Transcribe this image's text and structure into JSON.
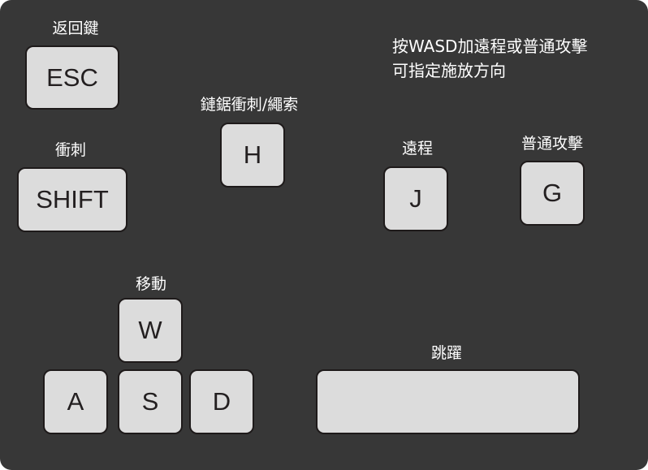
{
  "instructions": {
    "line1": "按WASD加遠程或普通攻擊",
    "line2": "可指定施放方向"
  },
  "keys": {
    "esc": {
      "label": "返回鍵",
      "key": "ESC"
    },
    "shift": {
      "label": "衝刺",
      "key": "SHIFT"
    },
    "h": {
      "label": "鏈鋸衝刺/繩索",
      "key": "H"
    },
    "j": {
      "label": "遠程",
      "key": "J"
    },
    "g": {
      "label": "普通攻擊",
      "key": "G"
    },
    "move": {
      "label": "移動",
      "w": "W",
      "a": "A",
      "s": "S",
      "d": "D"
    },
    "space": {
      "label": "跳躍",
      "key": ""
    }
  },
  "colors": {
    "background": "#373737",
    "key": "#dcdcdc",
    "text": "#ffffff"
  }
}
